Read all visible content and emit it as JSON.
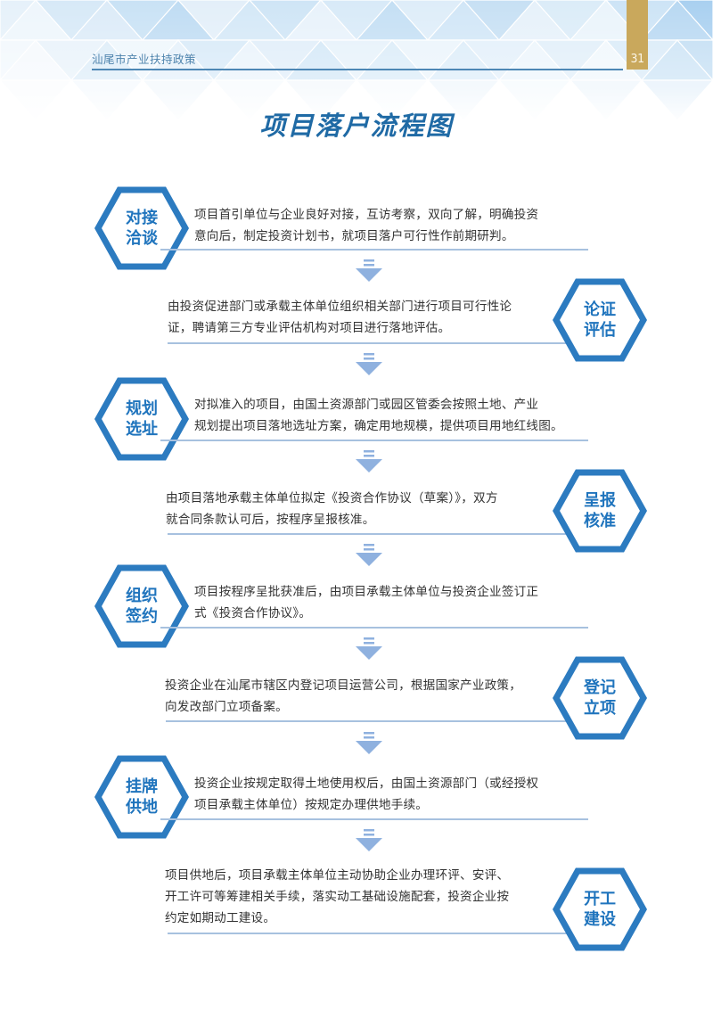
{
  "header": {
    "title": "汕尾市产业扶持政策",
    "page_number": "31"
  },
  "page_title": "项目落户流程图",
  "colors": {
    "accent_blue": "#1f74bd",
    "title_blue": "#1f6aa5",
    "rule_blue": "#a7c1df",
    "arrow_blue": "#8fb1df",
    "gold_tab": "#c9a85c",
    "text": "#333333"
  },
  "steps": [
    {
      "label_line1": "对接",
      "label_line2": "洽谈",
      "side": "left",
      "lines": [
        "项目首引单位与企业良好对接，互访考察，双向了解，明确投资",
        "意向后，制定投资计划书，就项目落户可行性作前期研判。"
      ]
    },
    {
      "label_line1": "论证",
      "label_line2": "评估",
      "side": "right",
      "lines": [
        "由投资促进部门或承载主体单位组织相关部门进行项目可行性论",
        "证，聘请第三方专业评估机构对项目进行落地评估。"
      ]
    },
    {
      "label_line1": "规划",
      "label_line2": "选址",
      "side": "left",
      "lines": [
        "对拟准入的项目，由国土资源部门或园区管委会按照土地、产业",
        "规划提出项目落地选址方案，确定用地规模，提供项目用地红线图。"
      ]
    },
    {
      "label_line1": "呈报",
      "label_line2": "核准",
      "side": "right",
      "lines": [
        "由项目落地承载主体单位拟定《投资合作协议（草案）》，双方",
        "就合同条款认可后，按程序呈报核准。"
      ]
    },
    {
      "label_line1": "组织",
      "label_line2": "签约",
      "side": "left",
      "lines": [
        "项目按程序呈批获准后，由项目承载主体单位与投资企业签订正",
        "式《投资合作协议》。"
      ]
    },
    {
      "label_line1": "登记",
      "label_line2": "立项",
      "side": "right",
      "lines": [
        "投资企业在汕尾市辖区内登记项目运营公司，根据国家产业政策，",
        "向发改部门立项备案。"
      ]
    },
    {
      "label_line1": "挂牌",
      "label_line2": "供地",
      "side": "left",
      "lines": [
        "投资企业按规定取得土地使用权后，由国土资源部门（或经授权",
        "项目承载主体单位）按规定办理供地手续。"
      ]
    },
    {
      "label_line1": "开工",
      "label_line2": "建设",
      "side": "right",
      "lines": [
        "项目供地后，项目承载主体单位主动协助企业办理环评、安评、",
        "开工许可等筹建相关手续，落实动工基础设施配套，投资企业按",
        "约定如期动工建设。"
      ]
    }
  ],
  "icons": {
    "arrow": "down-arrow-icon",
    "hexagon": "hexagon-badge-icon"
  }
}
